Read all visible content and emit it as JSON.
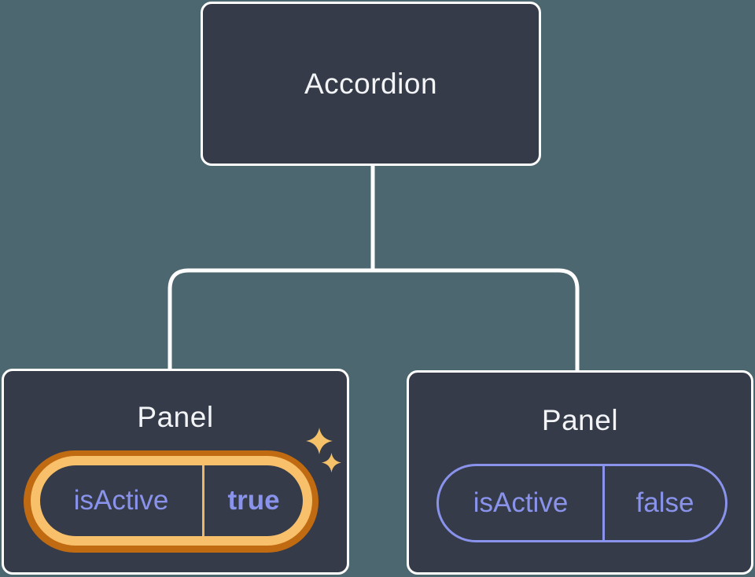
{
  "diagram": {
    "type": "component-tree",
    "background_color": "#4c676f",
    "node_fill_color": "#353b48",
    "node_border_color": "#ffffff",
    "connector_color": "#ffffff",
    "title_text_color": "#f2f4f7",
    "prop_text_color": "#8a93ec",
    "highlight_ring_outer_color": "#c06a12",
    "highlight_ring_inner_color": "#f8c06a",
    "highlight_divider_color": "#edb763",
    "sparkle_color": "#f6c269",
    "root": {
      "label": "Accordion"
    },
    "panels": [
      {
        "label": "Panel",
        "prop_name": "isActive",
        "prop_value": "true",
        "highlighted": true,
        "icon": "sparkles-icon"
      },
      {
        "label": "Panel",
        "prop_name": "isActive",
        "prop_value": "false",
        "highlighted": false
      }
    ]
  }
}
